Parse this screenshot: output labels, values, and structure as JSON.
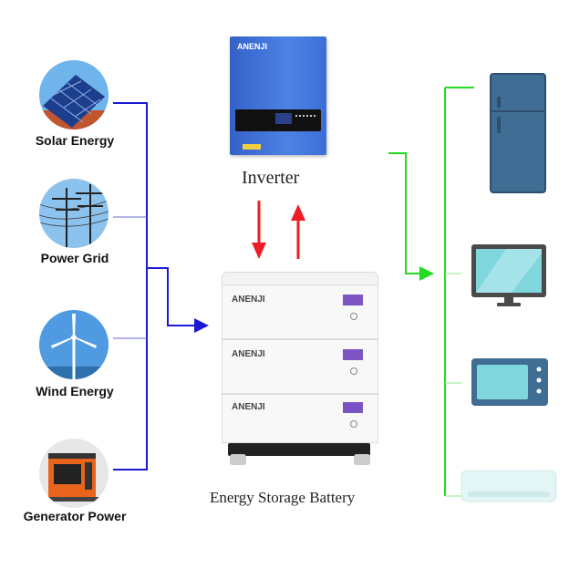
{
  "sources": [
    {
      "label": "Solar Energy"
    },
    {
      "label": "Power Grid"
    },
    {
      "label": "Wind Energy"
    },
    {
      "label": "Generator Power"
    }
  ],
  "inverter": {
    "label": "Inverter",
    "brand": "ANENJI"
  },
  "battery": {
    "label": "Energy Storage Battery",
    "brand": "ANENJI",
    "modules": 3
  },
  "loads": [
    {
      "name": "refrigerator-icon"
    },
    {
      "name": "monitor-icon"
    },
    {
      "name": "microwave-icon"
    },
    {
      "name": "air-conditioner-icon"
    }
  ],
  "colors": {
    "source_line": "#1a1ad6",
    "load_line": "#22dd22",
    "arrow_red": "#ee1c24",
    "inverter_blue": "#3b6fd8"
  }
}
